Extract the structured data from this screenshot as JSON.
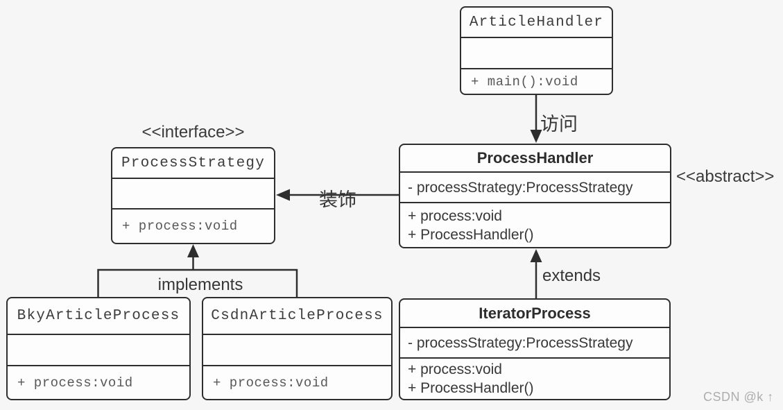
{
  "page": {
    "watermark": "CSDN @k ↑"
  },
  "colors": {
    "background": "#f6f6f6",
    "box_fill": "#fdfdfd",
    "border": "#2e2e2e",
    "mono_title_text": "#3c3c3c",
    "mono_member_text": "#585858",
    "sans_text": "#383838",
    "watermark_text": "#adadad"
  },
  "stereotypes": {
    "interface": "<<interface>>",
    "abstract": "<<abstract>>"
  },
  "classes": {
    "article_handler": {
      "name": "ArticleHandler",
      "attributes": [],
      "methods": [
        "+ main():void"
      ]
    },
    "process_handler": {
      "name": "ProcessHandler",
      "stereotype": "<<abstract>>",
      "attributes": [
        "- processStrategy:ProcessStrategy"
      ],
      "methods": [
        "+ process:void",
        "+ ProcessHandler()"
      ]
    },
    "process_strategy": {
      "name": "ProcessStrategy",
      "stereotype": "<<interface>>",
      "attributes": [],
      "methods": [
        "+ process:void"
      ]
    },
    "bky_article_process": {
      "name": "BkyArticleProcess",
      "attributes": [],
      "methods": [
        "+ process:void"
      ]
    },
    "csdn_article_process": {
      "name": "CsdnArticleProcess",
      "attributes": [],
      "methods": [
        "+ process:void"
      ]
    },
    "iterator_process": {
      "name": "IteratorProcess",
      "attributes": [
        "- processStrategy:ProcessStrategy"
      ],
      "methods": [
        "+ process:void",
        "+ ProcessHandler()"
      ]
    }
  },
  "relationships": [
    {
      "from": "ArticleHandler",
      "to": "ProcessHandler",
      "label": "访问",
      "type": "directed-association"
    },
    {
      "from": "ProcessHandler",
      "to": "ProcessStrategy",
      "label": "装饰",
      "type": "directed-association"
    },
    {
      "from": "BkyArticleProcess",
      "to": "ProcessStrategy",
      "label": "implements",
      "type": "realization"
    },
    {
      "from": "CsdnArticleProcess",
      "to": "ProcessStrategy",
      "label": "implements",
      "type": "realization"
    },
    {
      "from": "IteratorProcess",
      "to": "ProcessHandler",
      "label": "extends",
      "type": "generalization"
    }
  ]
}
